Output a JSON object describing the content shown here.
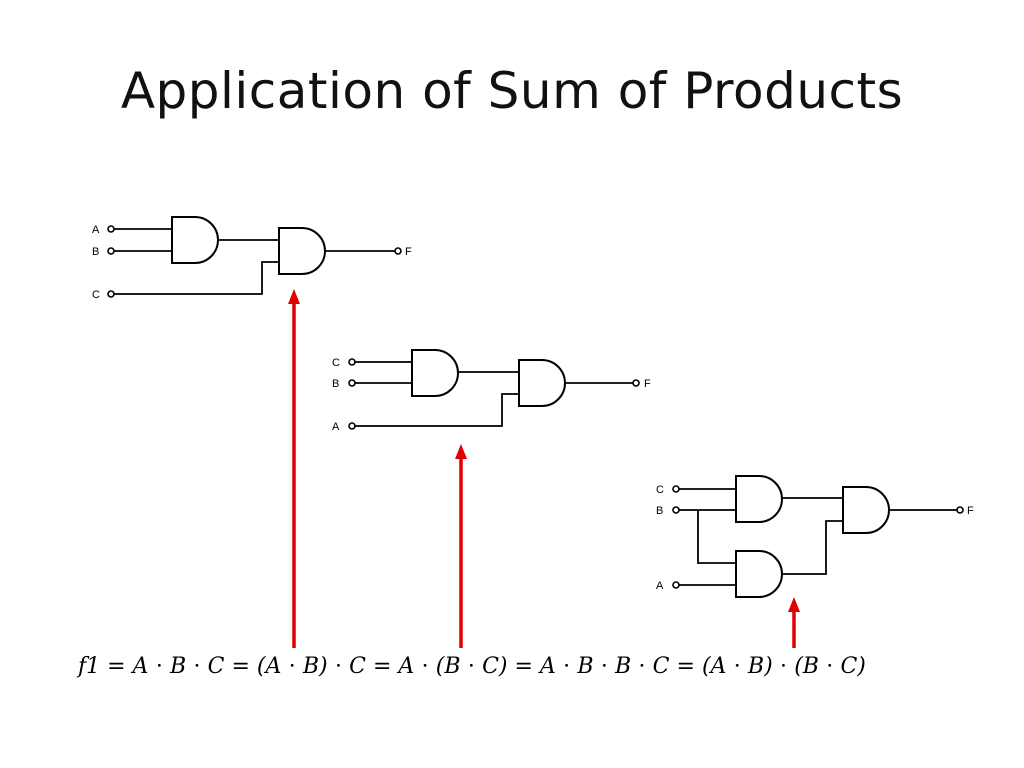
{
  "title": "Application of Sum of Products",
  "circuit1": {
    "inputs": [
      "A",
      "B",
      "C"
    ],
    "output": "F"
  },
  "circuit2": {
    "inputs": [
      "C",
      "B",
      "A"
    ],
    "output": "F"
  },
  "circuit3": {
    "inputs": [
      "C",
      "B",
      "A"
    ],
    "output": "F"
  },
  "equation": "f1 = A ⋅ B ⋅ C = (A ⋅ B) ⋅ C = A ⋅ (B ⋅ C) = A ⋅ B ⋅ B ⋅ C = (A ⋅ B) ⋅ (B ⋅ C)",
  "colors": {
    "arrow": "#e00000",
    "wire": "#000000",
    "background": "#ffffff"
  }
}
